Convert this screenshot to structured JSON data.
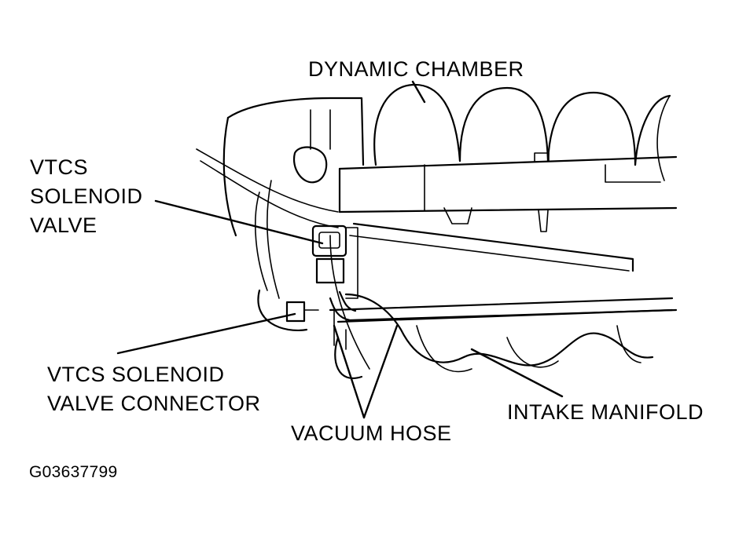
{
  "labels": {
    "dynamic_chamber": "DYNAMIC CHAMBER",
    "vtcs_solenoid_valve": [
      "VTCS",
      "SOLENOID",
      "VALVE"
    ],
    "vtcs_solenoid_valve_connector": [
      "VTCS SOLENOID",
      "VALVE CONNECTOR"
    ],
    "vacuum_hose": "VACUUM HOSE",
    "intake_manifold": "INTAKE MANIFOLD",
    "figure_code": "G03637799"
  },
  "colors": {
    "ink": "#000000",
    "background": "#ffffff"
  }
}
